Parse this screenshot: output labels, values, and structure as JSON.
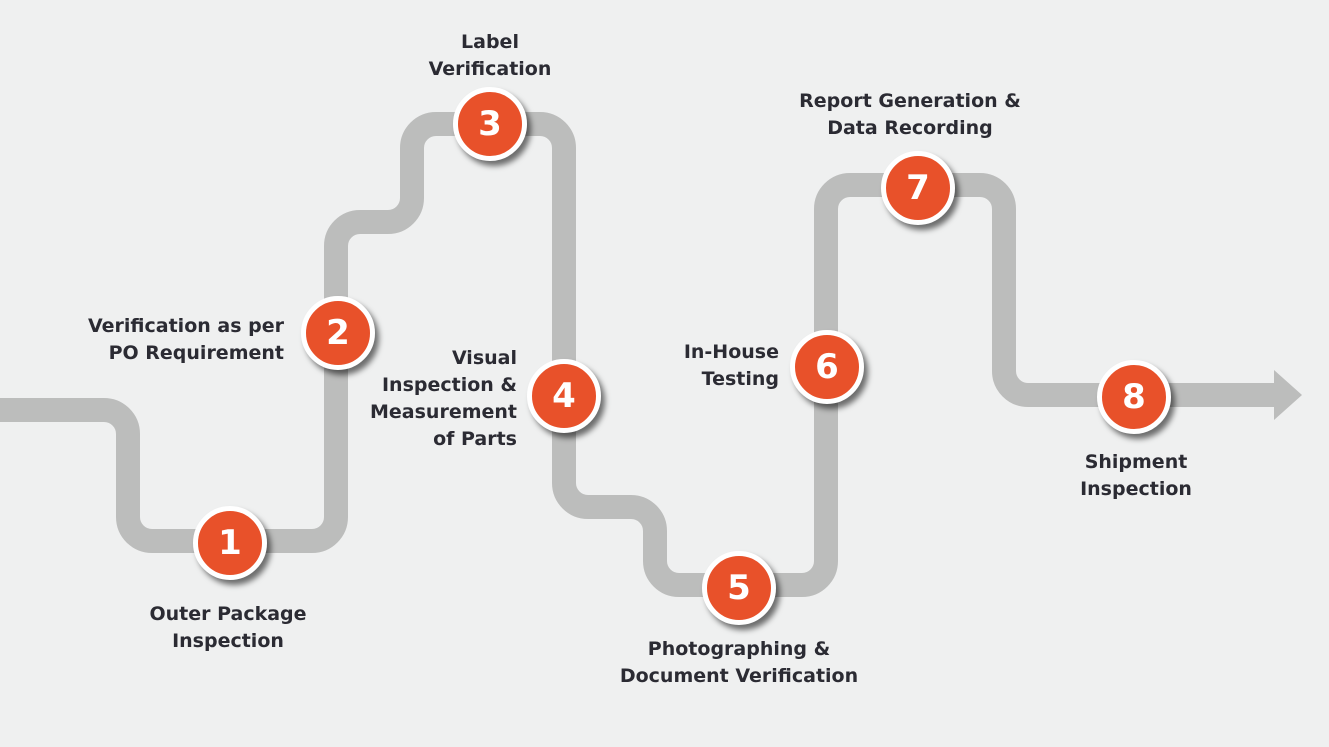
{
  "colors": {
    "background": "#eff0f0",
    "path": "#bcbdbc",
    "accent": "#e8512a",
    "text": "#2b2b33"
  },
  "steps": [
    {
      "number": "1",
      "label_lines": [
        "Outer Package",
        "Inspection"
      ]
    },
    {
      "number": "2",
      "label_lines": [
        "Verification as per",
        "PO Requirement"
      ]
    },
    {
      "number": "3",
      "label_lines": [
        "Label",
        "Verification"
      ]
    },
    {
      "number": "4",
      "label_lines": [
        "Visual",
        "Inspection &",
        "Measurement",
        "of Parts"
      ]
    },
    {
      "number": "5",
      "label_lines": [
        "Photographing &",
        "Document Verification"
      ]
    },
    {
      "number": "6",
      "label_lines": [
        "In-House",
        "Testing"
      ]
    },
    {
      "number": "7",
      "label_lines": [
        "Report Generation &",
        "Data Recording"
      ]
    },
    {
      "number": "8",
      "label_lines": [
        "Shipment",
        "Inspection"
      ]
    }
  ]
}
